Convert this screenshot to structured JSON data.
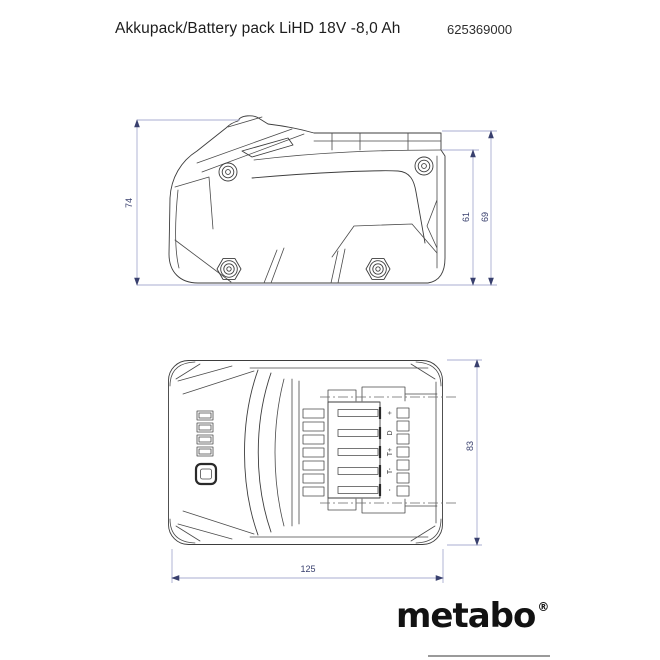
{
  "header": {
    "title": "Akkupack/Battery pack LiHD 18V -8,0 Ah",
    "part_number": "625369000"
  },
  "side_view": {
    "dim_total_height": "74",
    "dim_body_height": "61",
    "dim_rail_height": "69"
  },
  "top_view": {
    "dim_depth": "83",
    "dim_width": "125",
    "terminals": [
      "+",
      "D",
      "T+",
      "T-",
      "-"
    ]
  },
  "footer": {
    "brand": "metabo",
    "registered": "®"
  },
  "colors": {
    "background": "#ffffff",
    "drawing_line": "#3d3d3d",
    "dimension_line": "#a9aed2",
    "dimension_text": "#39406e",
    "logo": "#121212"
  }
}
